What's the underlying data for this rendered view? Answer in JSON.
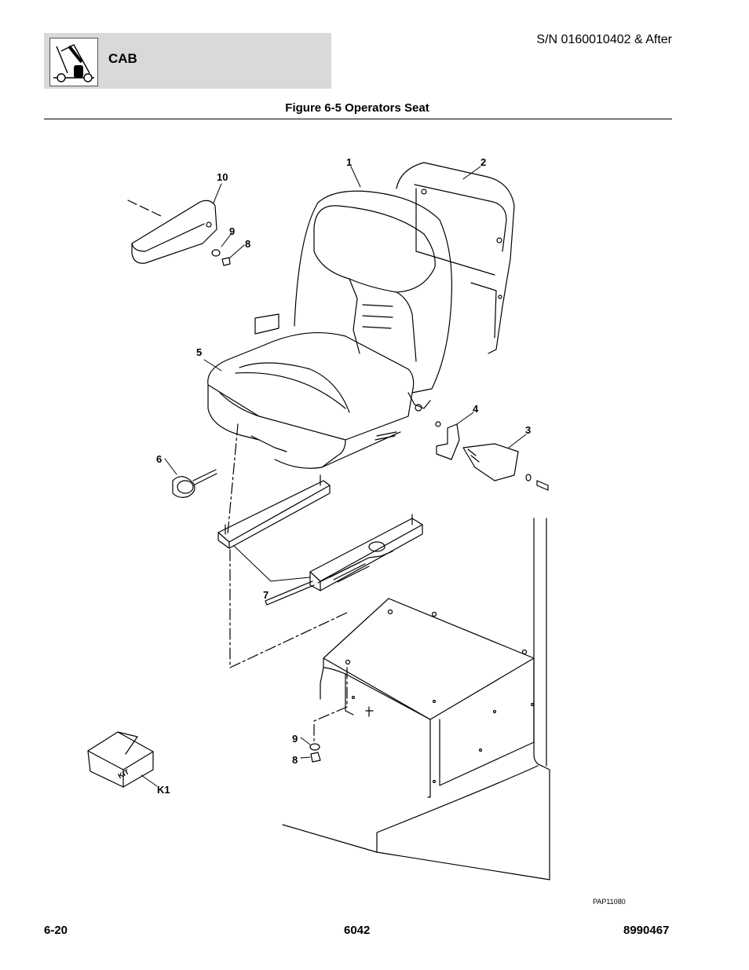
{
  "header": {
    "section": "CAB",
    "serial": "S/N 0160010402 & After",
    "logo_icon": "machine-operator-seat-icon"
  },
  "figure": {
    "title": "Figure 6-5 Operators Seat",
    "drawing_number": "PAP11080",
    "kit_label": "KIT",
    "callouts": {
      "c1": "1",
      "c2": "2",
      "c3": "3",
      "c4": "4",
      "c5": "5",
      "c6": "6",
      "c7": "7",
      "c8a": "8",
      "c8b": "8",
      "c9a": "9",
      "c9b": "9",
      "c10": "10",
      "ck1": "K1"
    }
  },
  "footer": {
    "page": "6-20",
    "model": "6042",
    "part_number": "8990467"
  }
}
